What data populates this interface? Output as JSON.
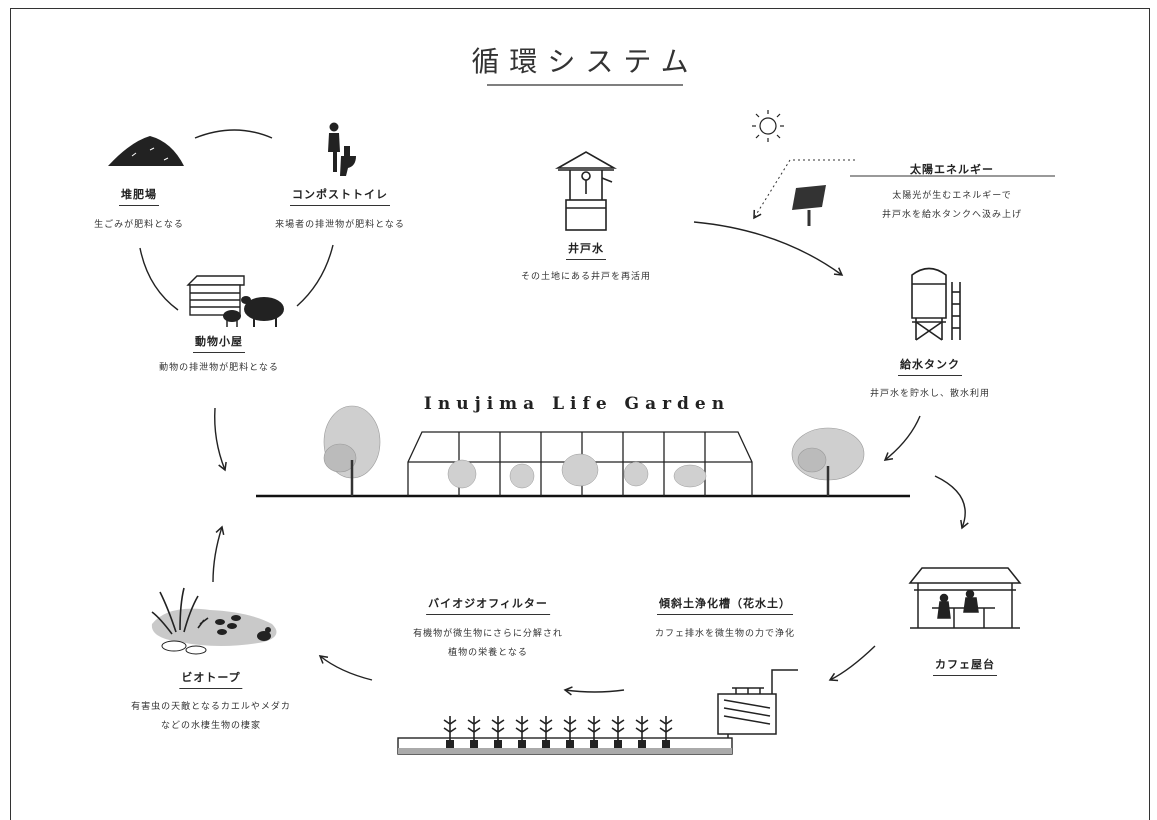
{
  "title": "循環システム",
  "garden_label": "Inujima Life Garden",
  "nodes": {
    "compost": {
      "name": "堆肥場",
      "desc": "生ごみが肥料となる"
    },
    "toilet": {
      "name": "コンポストトイレ",
      "desc": "来場者の排泄物が肥料となる"
    },
    "barn": {
      "name": "動物小屋",
      "desc": "動物の排泄物が肥料となる"
    },
    "well": {
      "name": "井戸水",
      "desc": "その土地にある井戸を再活用"
    },
    "solar": {
      "name": "太陽エネルギー",
      "desc_lines": [
        "太陽光が生むエネルギーで",
        "井戸水を給水タンクへ汲み上げ"
      ]
    },
    "tank": {
      "name": "給水タンク",
      "desc": "井戸水を貯水し、散水利用"
    },
    "cafe": {
      "name": "カフェ屋台"
    },
    "slope": {
      "name": "傾斜土浄化槽（花水土）",
      "desc": "カフェ排水を微生物の力で浄化"
    },
    "bio_filter": {
      "name": "バイオジオフィルター",
      "desc_lines": [
        "有機物が微生物にさらに分解され",
        "植物の栄養となる"
      ]
    },
    "biotope": {
      "name": "ビオトープ",
      "desc_lines": [
        "有害虫の天敵となるカエルやメダカ",
        "などの水棲生物の棲家"
      ]
    }
  },
  "icons": [
    "sun-icon",
    "solar-panel-icon",
    "well-icon",
    "water-tank-icon",
    "compost-pile-icon",
    "person-toilet-icon",
    "barn-sheep-icon",
    "greenhouse-icon",
    "tree-icon",
    "cafe-stall-icon",
    "purification-tank-icon",
    "planter-bed-icon",
    "biotope-pond-icon"
  ]
}
